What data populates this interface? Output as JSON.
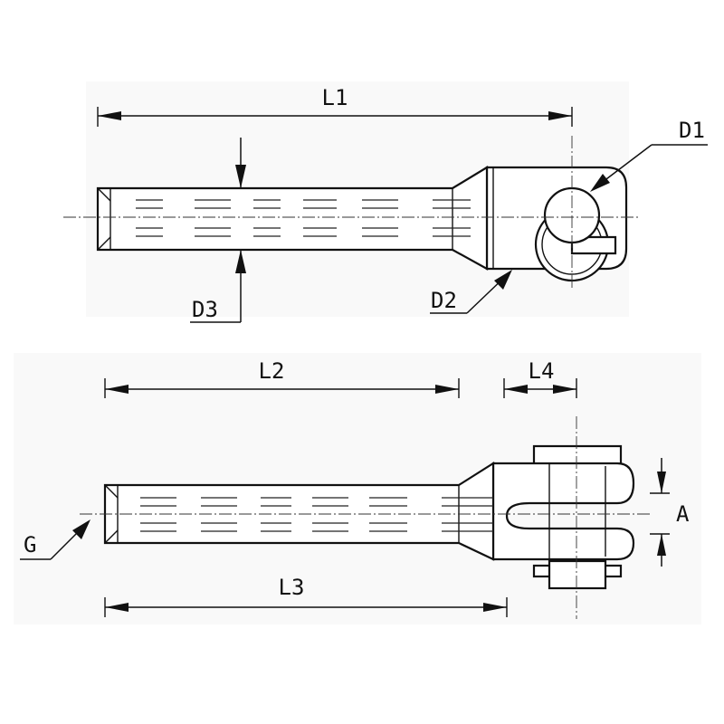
{
  "drawing": {
    "labels": {
      "L1": "L1",
      "D1": "D1",
      "D2": "D2",
      "D3": "D3",
      "L2": "L2",
      "L4": "L4",
      "A": "A",
      "G": "G",
      "L3": "L3"
    }
  }
}
